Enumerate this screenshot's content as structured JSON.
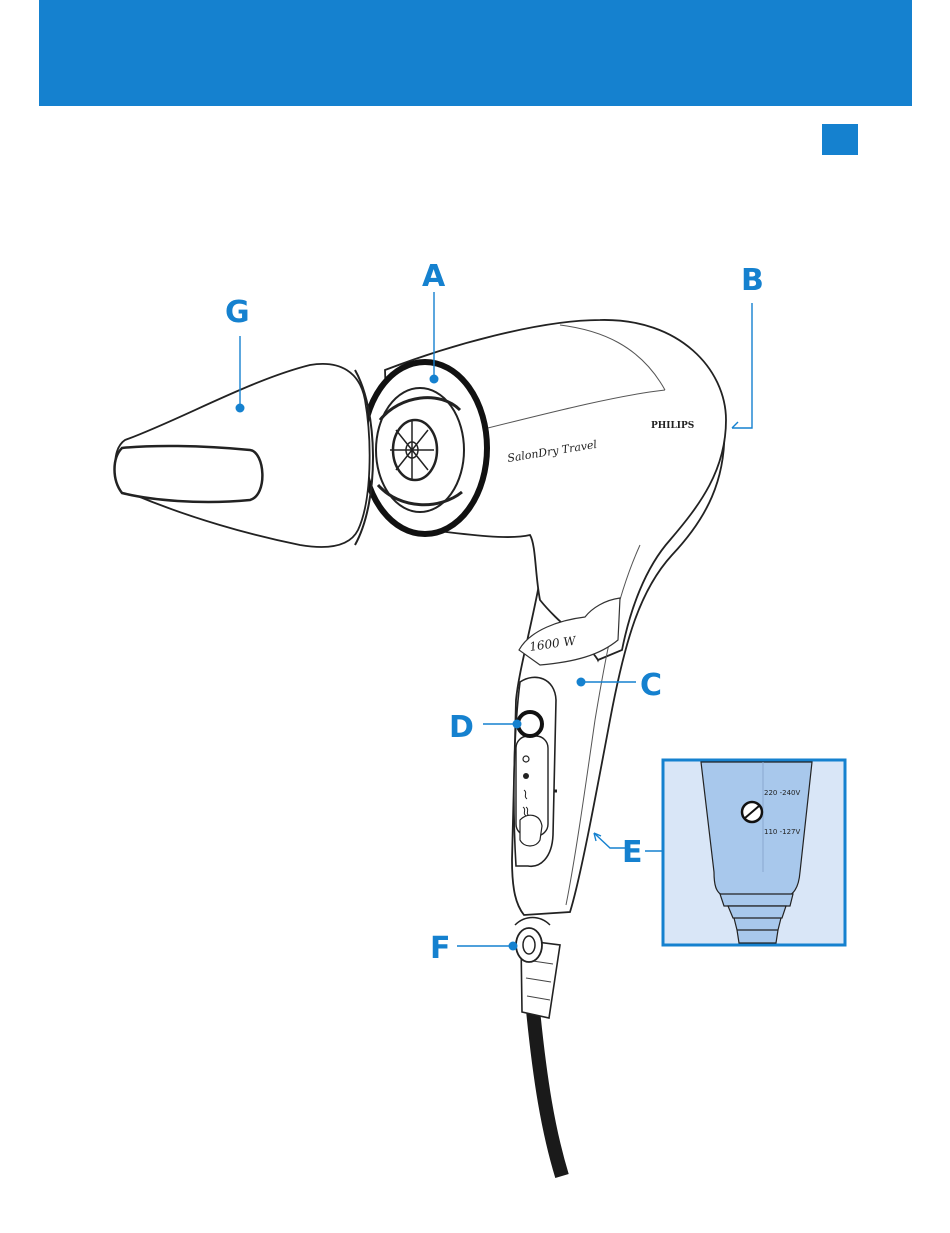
{
  "colors": {
    "accent": "#1581cf",
    "inset_fill": "#d9e6f7",
    "inset_body": "#a8c8ec"
  },
  "callouts": {
    "a": "A",
    "b": "B",
    "c": "C",
    "d": "D",
    "e": "E",
    "f": "F",
    "g": "G"
  },
  "product": {
    "model_text": "SalonDry Travel",
    "brand_text": "PHILIPS",
    "wattage_text": "1600 W"
  },
  "voltage_inset": {
    "upper_label": "220 -240V",
    "lower_label": "110 -127V"
  }
}
